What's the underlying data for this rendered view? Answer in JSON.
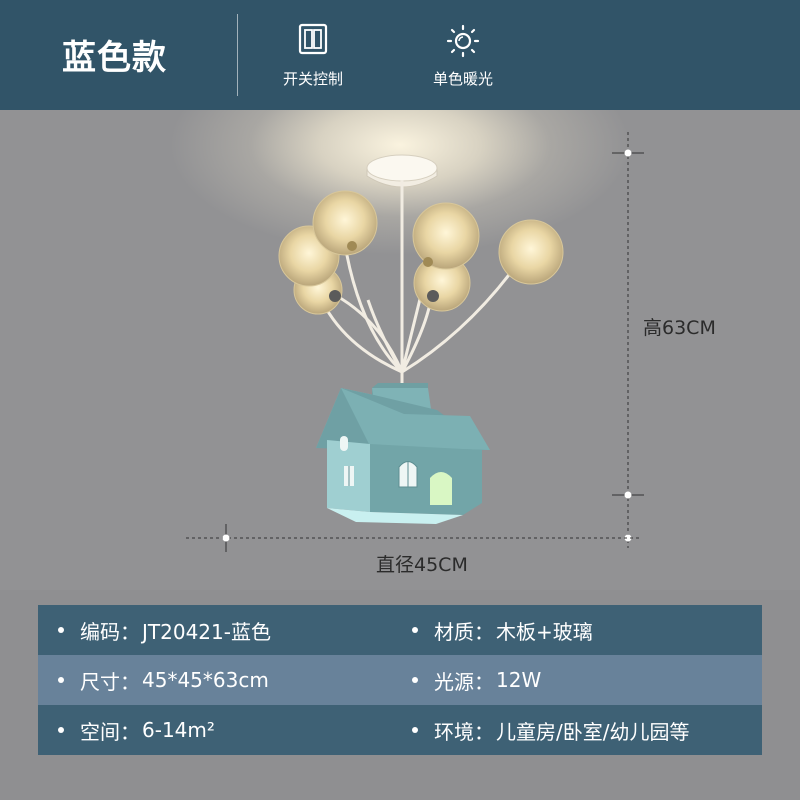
{
  "header": {
    "title": "蓝色款",
    "features": [
      {
        "icon": "switch-icon",
        "label": "开关控制"
      },
      {
        "icon": "sun-icon",
        "label": "单色暖光"
      }
    ]
  },
  "dimensions": {
    "height_label": "高63CM",
    "diameter_label": "直径45CM"
  },
  "specs": {
    "rows": [
      {
        "left": {
          "key": "编码：",
          "value": "JT20421-蓝色"
        },
        "right": {
          "key": "材质：",
          "value": "木板+玻璃"
        }
      },
      {
        "left": {
          "key": "尺寸：",
          "value": "45*45*63cm"
        },
        "right": {
          "key": "光源：",
          "value": "12W"
        }
      },
      {
        "left": {
          "key": "空间：",
          "value": "6-14m²"
        },
        "right": {
          "key": "环境：",
          "value": "儿童房/卧室/幼儿园等"
        }
      }
    ]
  },
  "colors": {
    "header_bg": "#315468",
    "row_dark": "#3e6175",
    "row_light": "#68829a",
    "house_blue": "#7fb3b6"
  }
}
